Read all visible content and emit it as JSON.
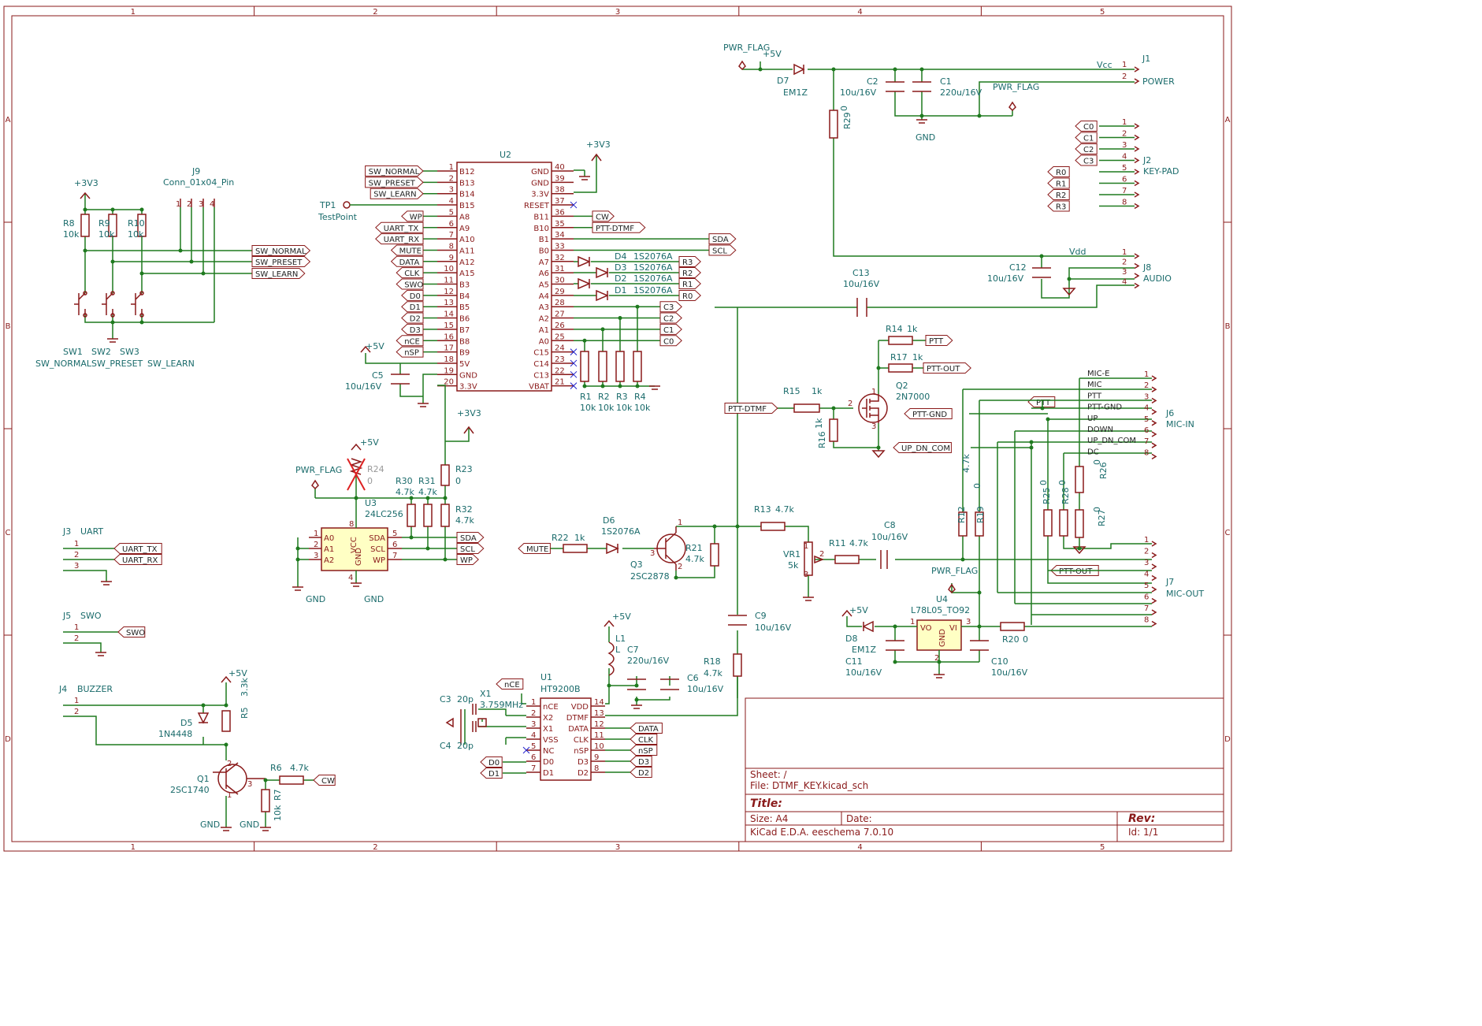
{
  "frame": {
    "columns": [
      "1",
      "2",
      "3",
      "4",
      "5"
    ],
    "rows": [
      "A",
      "B",
      "C",
      "D"
    ]
  },
  "title_block": {
    "sheet": "Sheet: /",
    "file": "File: DTMF_KEY.kicad_sch",
    "title": "Title:",
    "size": "Size: A4",
    "date": "Date:",
    "rev": "Rev:",
    "tool": "KiCad E.D.A.  eeschema 7.0.10",
    "id": "Id: 1/1"
  },
  "power": {
    "v33": "+3V3",
    "v5": "+5V",
    "gnd": "GND",
    "pwr_flag": "PWR_FLAG",
    "vcc": "Vcc",
    "vdd": "Vdd"
  },
  "components": {
    "U2": {
      "ref": "U2",
      "left_pins": [
        {
          "num": "1",
          "name": "B12",
          "label": "SW_NORMAL"
        },
        {
          "num": "2",
          "name": "B13",
          "label": "SW_PRESET"
        },
        {
          "num": "3",
          "name": "B14",
          "label": "SW_LEARN"
        },
        {
          "num": "4",
          "name": "B15",
          "label": ""
        },
        {
          "num": "5",
          "name": "A8",
          "label": "WP"
        },
        {
          "num": "6",
          "name": "A9",
          "label": "UART_TX"
        },
        {
          "num": "7",
          "name": "A10",
          "label": "UART_RX"
        },
        {
          "num": "8",
          "name": "A11",
          "label": "MUTE"
        },
        {
          "num": "9",
          "name": "A12",
          "label": "DATA"
        },
        {
          "num": "10",
          "name": "A15",
          "label": "CLK"
        },
        {
          "num": "11",
          "name": "B3",
          "label": "SWO"
        },
        {
          "num": "12",
          "name": "B4",
          "label": "D0"
        },
        {
          "num": "13",
          "name": "B5",
          "label": "D1"
        },
        {
          "num": "14",
          "name": "B6",
          "label": "D2"
        },
        {
          "num": "15",
          "name": "B7",
          "label": "D3"
        },
        {
          "num": "16",
          "name": "B8",
          "label": "nCE"
        },
        {
          "num": "17",
          "name": "B9",
          "label": "nSP"
        },
        {
          "num": "18",
          "name": "5V",
          "label": ""
        },
        {
          "num": "19",
          "name": "GND",
          "label": ""
        },
        {
          "num": "20",
          "name": "3.3V",
          "label": ""
        }
      ],
      "right_pins": [
        {
          "num": "40",
          "name": "GND",
          "label": ""
        },
        {
          "num": "39",
          "name": "GND",
          "label": ""
        },
        {
          "num": "38",
          "name": "3.3V",
          "label": ""
        },
        {
          "num": "37",
          "name": "RESET",
          "label": ""
        },
        {
          "num": "36",
          "name": "B11",
          "label": "CW"
        },
        {
          "num": "35",
          "name": "B10",
          "label": "PTT-DTMF"
        },
        {
          "num": "34",
          "name": "B1",
          "label": "SDA"
        },
        {
          "num": "33",
          "name": "B0",
          "label": "SCL"
        },
        {
          "num": "32",
          "name": "A7",
          "label": ""
        },
        {
          "num": "31",
          "name": "A6",
          "label": ""
        },
        {
          "num": "30",
          "name": "A5",
          "label": ""
        },
        {
          "num": "29",
          "name": "A4",
          "label": ""
        },
        {
          "num": "28",
          "name": "A3",
          "label": "C3"
        },
        {
          "num": "27",
          "name": "A2",
          "label": "C2"
        },
        {
          "num": "26",
          "name": "A1",
          "label": "C1"
        },
        {
          "num": "25",
          "name": "A0",
          "label": "C0"
        },
        {
          "num": "24",
          "name": "C15",
          "label": ""
        },
        {
          "num": "23",
          "name": "C14",
          "label": ""
        },
        {
          "num": "22",
          "name": "C13",
          "label": ""
        },
        {
          "num": "21",
          "name": "VBAT",
          "label": ""
        }
      ]
    },
    "diodes_row": [
      {
        "ref": "D4",
        "val": "1S2076A",
        "net": "R3"
      },
      {
        "ref": "D3",
        "val": "1S2076A",
        "net": "R2"
      },
      {
        "ref": "D2",
        "val": "1S2076A",
        "net": "R1"
      },
      {
        "ref": "D1",
        "val": "1S2076A",
        "net": "R0"
      }
    ],
    "pulldowns": [
      {
        "ref": "R1",
        "val": "10k"
      },
      {
        "ref": "R2",
        "val": "10k"
      },
      {
        "ref": "R3",
        "val": "10k"
      },
      {
        "ref": "R4",
        "val": "10k"
      }
    ],
    "tp1": {
      "ref": "TP1",
      "val": "TestPoint"
    },
    "c5": {
      "ref": "C5",
      "val": "10u/16V"
    },
    "j9": {
      "ref": "J9",
      "val": "Conn_01x04_Pin",
      "pins": [
        "1",
        "2",
        "3",
        "4"
      ]
    },
    "sw_pullups": [
      {
        "ref": "R8",
        "val": "10k"
      },
      {
        "ref": "R9",
        "val": "10k"
      },
      {
        "ref": "R10",
        "val": "10k"
      }
    ],
    "switches": [
      {
        "ref": "SW1",
        "val": "SW_NORMAL"
      },
      {
        "ref": "SW2",
        "val": "SW_PRESET"
      },
      {
        "ref": "SW3",
        "val": "SW_LEARN"
      }
    ],
    "sw_labels": [
      "SW_NORMAL",
      "SW_PRESET",
      "SW_LEARN"
    ],
    "u3": {
      "ref": "U3",
      "val": "24LC256",
      "pins_left": [
        {
          "num": "1",
          "name": "A0"
        },
        {
          "num": "2",
          "name": "A1"
        },
        {
          "num": "3",
          "name": "A2"
        }
      ],
      "pins_right": [
        {
          "num": "5",
          "name": "SDA"
        },
        {
          "num": "6",
          "name": "SCL"
        },
        {
          "num": "7",
          "name": "WP"
        }
      ],
      "vcc": "VCC",
      "gnd": "GND",
      "vcc_pin": "8",
      "gnd_pin": "4",
      "labels": [
        "SDA",
        "SCL",
        "WP"
      ]
    },
    "r24": {
      "ref": "R24",
      "val": "0"
    },
    "r23": {
      "ref": "R23",
      "val": "0"
    },
    "r30": {
      "ref": "R30",
      "val": "4.7k"
    },
    "r31": {
      "ref": "R31",
      "val": "4.7k"
    },
    "r32": {
      "ref": "R32",
      "val": "4.7k"
    },
    "j3": {
      "ref": "J3",
      "val": "UART",
      "pins": [
        "1",
        "2",
        "3"
      ],
      "labels": [
        "UART_TX",
        "UART_RX"
      ]
    },
    "j5": {
      "ref": "J5",
      "val": "SWO",
      "pins": [
        "1",
        "2"
      ],
      "label": "SWO"
    },
    "j4": {
      "ref": "J4",
      "val": "BUZZER",
      "pins": [
        "1",
        "2"
      ]
    },
    "d5": {
      "ref": "D5",
      "val": "1N4448"
    },
    "r5": {
      "ref": "R5",
      "val": "3.3k"
    },
    "q1": {
      "ref": "Q1",
      "val": "2SC1740",
      "pins": [
        "1",
        "2",
        "3"
      ]
    },
    "r6": {
      "ref": "R6",
      "val": "4.7k"
    },
    "r7": {
      "ref": "R7",
      "val": "10k"
    },
    "cw_label": "CW",
    "u1": {
      "ref": "U1",
      "val": "HT9200B",
      "left_pins": [
        {
          "num": "1",
          "name": "nCE"
        },
        {
          "num": "2",
          "name": "X2"
        },
        {
          "num": "3",
          "name": "X1"
        },
        {
          "num": "4",
          "name": "VSS"
        },
        {
          "num": "5",
          "name": "NC"
        },
        {
          "num": "6",
          "name": "D0"
        },
        {
          "num": "7",
          "name": "D1"
        }
      ],
      "right_pins": [
        {
          "num": "14",
          "name": "VDD"
        },
        {
          "num": "13",
          "name": "DTMF"
        },
        {
          "num": "12",
          "name": "DATA"
        },
        {
          "num": "11",
          "name": "CLK"
        },
        {
          "num": "10",
          "name": "nSP"
        },
        {
          "num": "9",
          "name": "D3"
        },
        {
          "num": "8",
          "name": "D2"
        }
      ],
      "labels_left": [
        "nCE",
        "D0",
        "D1"
      ],
      "labels_right": [
        "DATA",
        "CLK",
        "nSP",
        "D3",
        "D2"
      ]
    },
    "x1": {
      "ref": "X1",
      "val": "3.759MHz"
    },
    "c3": {
      "ref": "C3",
      "val": "20p"
    },
    "c4": {
      "ref": "C4",
      "val": "20p"
    },
    "l1": {
      "ref": "L1",
      "val": "L"
    },
    "c7": {
      "ref": "C7",
      "val": "220u/16V"
    },
    "c6": {
      "ref": "C6",
      "val": "10u/16V"
    },
    "r22": {
      "ref": "R22",
      "val": "1k"
    },
    "d6": {
      "ref": "D6",
      "val": "1S2076A"
    },
    "q3": {
      "ref": "Q3",
      "val": "2SC2878",
      "pins": [
        "1",
        "2",
        "3"
      ]
    },
    "r21": {
      "ref": "R21",
      "val": "4.7k"
    },
    "mute_label": "MUTE",
    "r13": {
      "ref": "R13",
      "val": "4.7k"
    },
    "c9": {
      "ref": "C9",
      "val": "10u/16V"
    },
    "r18": {
      "ref": "R18",
      "val": "4.7k"
    },
    "vr1": {
      "ref": "VR1",
      "val": "5k",
      "pins": [
        "1",
        "2",
        "3"
      ]
    },
    "r11": {
      "ref": "R11",
      "val": "4.7k"
    },
    "c8": {
      "ref": "C8",
      "val": "10u/16V"
    },
    "c13": {
      "ref": "C13",
      "val": "10u/16V"
    },
    "dtmf_net": "DTMF",
    "d7": {
      "ref": "D7",
      "val": "EM1Z"
    },
    "c2": {
      "ref": "C2",
      "val": "10u/16V"
    },
    "c1": {
      "ref": "C1",
      "val": "220u/16V"
    },
    "r29": {
      "ref": "R29",
      "val": "0"
    },
    "j1": {
      "ref": "J1",
      "val": "POWER",
      "pins": [
        "1",
        "2"
      ]
    },
    "j2": {
      "ref": "J2",
      "val": "KEY-PAD",
      "pins": [
        "1",
        "2",
        "3",
        "4",
        "5",
        "6",
        "7",
        "8"
      ],
      "labels": [
        "C0",
        "C1",
        "C2",
        "C3",
        "R0",
        "R1",
        "R2",
        "R3"
      ]
    },
    "c12": {
      "ref": "C12",
      "val": "10u/16V"
    },
    "j8": {
      "ref": "J8",
      "val": "AUDIO",
      "pins": [
        "1",
        "2",
        "3",
        "4"
      ]
    },
    "r14": {
      "ref": "R14",
      "val": "1k"
    },
    "r17": {
      "ref": "R17",
      "val": "1k"
    },
    "q2": {
      "ref": "Q2",
      "val": "2N7000",
      "pins": [
        "1",
        "2",
        "3"
      ]
    },
    "r15": {
      "ref": "R15",
      "val": "1k"
    },
    "r16": {
      "ref": "R16",
      "val": "1k"
    },
    "ptt_labels": {
      "ptt": "PTT",
      "ptt_out": "PTT-OUT",
      "ptt_dtmf": "PTT-DTMF",
      "ptt_gnd": "PTT-GND",
      "up_dn_com": "UP_DN_COM"
    },
    "j6": {
      "ref": "J6",
      "val": "MIC-IN",
      "pins": [
        "1",
        "2",
        "3",
        "4",
        "5",
        "6",
        "7",
        "8"
      ],
      "nets": [
        "MIC-E",
        "MIC",
        "PTT",
        "PTT-GND",
        "UP",
        "DOWN",
        "UP_DN_COM",
        "DC"
      ]
    },
    "r12": {
      "ref": "R12",
      "val": "4.7k"
    },
    "r19": {
      "ref": "R19",
      "val": "0"
    },
    "r25": {
      "ref": "R25",
      "val": "0"
    },
    "r28": {
      "ref": "R28",
      "val": "0"
    },
    "r26": {
      "ref": "R26",
      "val": "0"
    },
    "r27": {
      "ref": "R27",
      "val": "0"
    },
    "j7": {
      "ref": "J7",
      "val": "MIC-OUT",
      "pins": [
        "1",
        "2",
        "3",
        "4",
        "5",
        "6",
        "7",
        "8"
      ]
    },
    "u4": {
      "ref": "U4",
      "val": "L78L05_TO92",
      "vo": "VO",
      "vi": "VI",
      "gnd": "GND",
      "pins": [
        "1",
        "2",
        "3"
      ]
    },
    "d8": {
      "ref": "D8",
      "val": "EM1Z"
    },
    "c11": {
      "ref": "C11",
      "val": "10u/16V"
    },
    "c10": {
      "ref": "C10",
      "val": "10u/16V"
    },
    "r20": {
      "ref": "R20",
      "val": "0"
    }
  }
}
